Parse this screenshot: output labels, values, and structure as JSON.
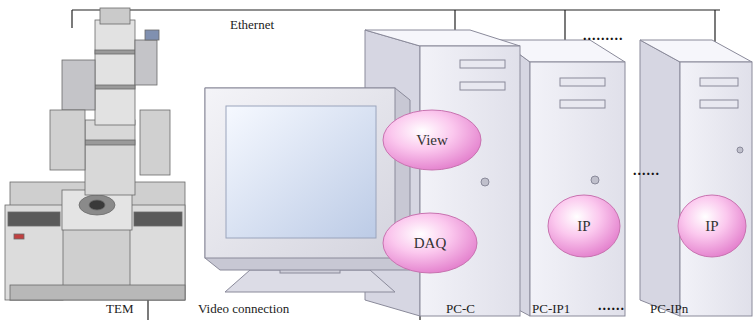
{
  "diagram": {
    "nodes": [
      {
        "text": [
          "View"
        ]
      },
      {
        "text": [
          "DAQ"
        ]
      },
      {
        "text": [
          "IP"
        ]
      },
      {
        "text": [
          "IP"
        ]
      }
    ],
    "labels": [
      "Ethernet",
      ".........",
      "......",
      "TEM",
      "Video connection",
      "PC-C",
      "PC-IP1",
      "......",
      "PC-IPn"
    ]
  }
}
